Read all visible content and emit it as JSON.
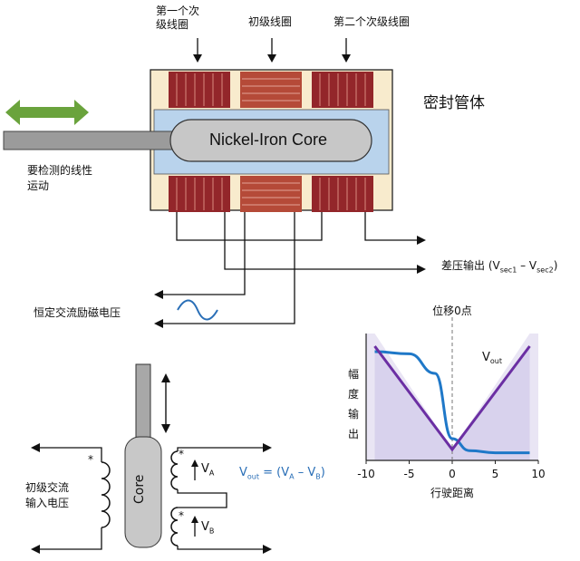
{
  "colors": {
    "housing": "#f8ebcd",
    "coil": "#93262a",
    "primary_coil": "#b54a38",
    "core_bg": "#b9d3ec",
    "rod": "#9b9b9b",
    "arrow_green": "#6aa33c",
    "wave_blue": "#2a6fb7",
    "curve_purple": "#6b2fa3",
    "curve_blue": "#1f78c8",
    "fill_lavender": "#c9c0e3",
    "vout_blue": "#2a6fb7"
  },
  "labels": {
    "secondary1": [
      "第一个次",
      "级线圈"
    ],
    "primary": "初级线圈",
    "secondary2": "第二个次级线圈",
    "sealed_tube": "密封管体",
    "core": "Nickel-Iron Core",
    "motion": [
      "要检测的线性",
      "运动"
    ],
    "diff_output_prefix": "差压输出 (V",
    "diff_output_sub1": "sec1",
    "diff_output_mid": " – V",
    "diff_output_sub2": "sec2",
    "diff_output_suffix": ")",
    "excitation": "恒定交流励磁电压"
  },
  "schematic": {
    "core": "Core",
    "primary_input": [
      "初级交流",
      "输入电压"
    ],
    "star": "*",
    "va": "V",
    "va_sub": "A",
    "vb": "V",
    "vb_sub": "B",
    "formula_prefix": "V",
    "formula_sub": "out",
    "formula_eq": " = (V",
    "formula_a": "A",
    "formula_minus": " – V",
    "formula_b": "B",
    "formula_end": ")"
  },
  "chart_data": {
    "type": "line",
    "title": "位移0点",
    "xlabel": "行驶距离",
    "ylabel": "幅度输出",
    "ylabel_chars": [
      "幅",
      "度",
      "输",
      "出"
    ],
    "xlim": [
      -10,
      10
    ],
    "xticks": [
      "-10",
      "-5",
      "0",
      "5",
      "10"
    ],
    "xtick_values": [
      -10,
      -5,
      0,
      5,
      10
    ],
    "zero_line_x": 0,
    "series": [
      {
        "name": "Vout",
        "name_main": "V",
        "name_sub": "out",
        "color": "#6b2fa3",
        "x": [
          -9,
          0,
          9
        ],
        "y": [
          1.0,
          0.05,
          1.0
        ]
      },
      {
        "name": "",
        "color": "#1f78c8",
        "x": [
          -9,
          -5,
          -2,
          0,
          2,
          5,
          9
        ],
        "y": [
          0.95,
          0.93,
          0.75,
          0.15,
          0.04,
          0.02,
          0.02
        ]
      }
    ]
  }
}
